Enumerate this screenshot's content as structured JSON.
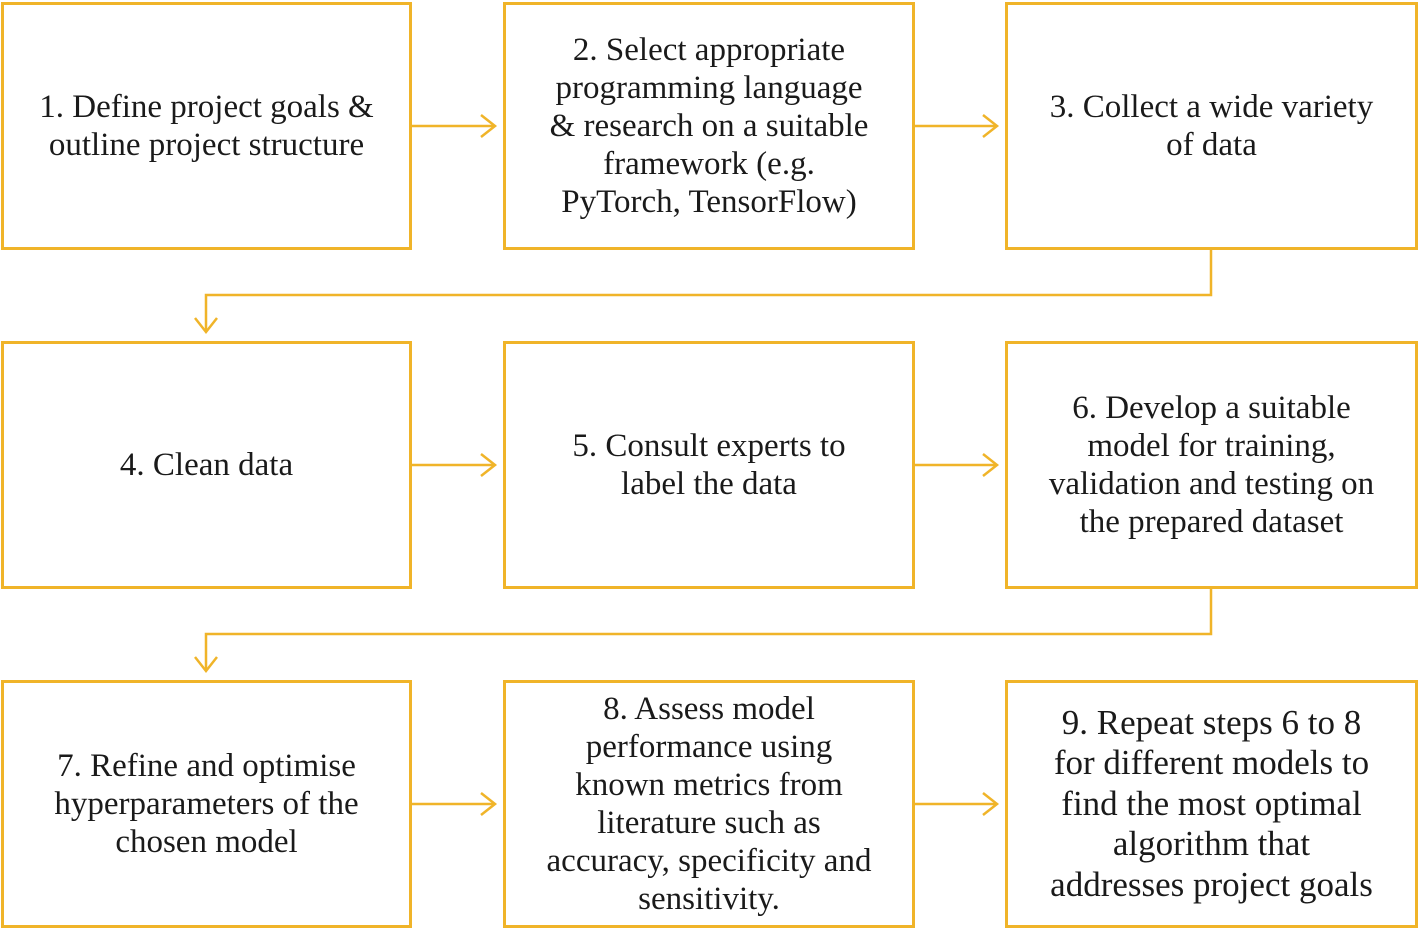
{
  "steps": [
    "1. Define project goals &\noutline project structure",
    "2. Select appropriate\nprogramming language\n& research on a suitable\nframework (e.g.\nPyTorch, TensorFlow)",
    "3. Collect a wide variety\nof data",
    "4. Clean data",
    "5. Consult experts to\nlabel the data",
    "6. Develop a suitable\nmodel  for training,\nvalidation and testing on\nthe prepared dataset",
    "7. Refine and optimise\nhyperparameters of the\nchosen model",
    "8. Assess model\nperformance using\nknown metrics from\nliterature such as\naccuracy, specificity and\nsensitivity.",
    "9. Repeat steps 6 to 8\nfor different models to\nfind the most optimal\nalgorithm that\naddresses project goals"
  ],
  "colors": {
    "border": "#f0b429",
    "arrow": "#f0b429",
    "text": "#1a1a1a",
    "background": "#ffffff"
  }
}
